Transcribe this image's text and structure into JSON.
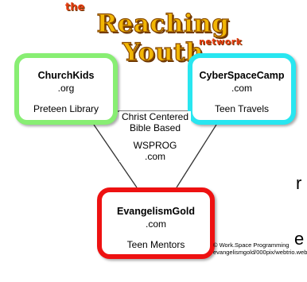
{
  "logo": {
    "small_top": "the",
    "main": "Reaching Youth",
    "small_bottom": "network"
  },
  "boxes": {
    "churchkids": {
      "title": "ChurchKids",
      "domain": ".org",
      "desc": "Preteen Library",
      "border_color": "#88ee73"
    },
    "cyberspacecamp": {
      "title": "CyberSpaceCamp",
      "domain": ".com",
      "desc": "Teen Travels",
      "border_color": "#28e6f0"
    },
    "evangelismgold": {
      "title": "EvangelismGold",
      "domain": ".com",
      "desc": "Teen Mentors",
      "border_color": "#ee1111"
    }
  },
  "center": {
    "line1": "Christ Centered",
    "line2": "Bible Based",
    "line3": "WSPROG",
    "line4": ".com"
  },
  "fragments": {
    "right_upper": "r",
    "right_lower": "e"
  },
  "copyright": {
    "line1": "© Work.Space Programming",
    "line2": "evangelismgold/000pix/webtrio.web"
  }
}
